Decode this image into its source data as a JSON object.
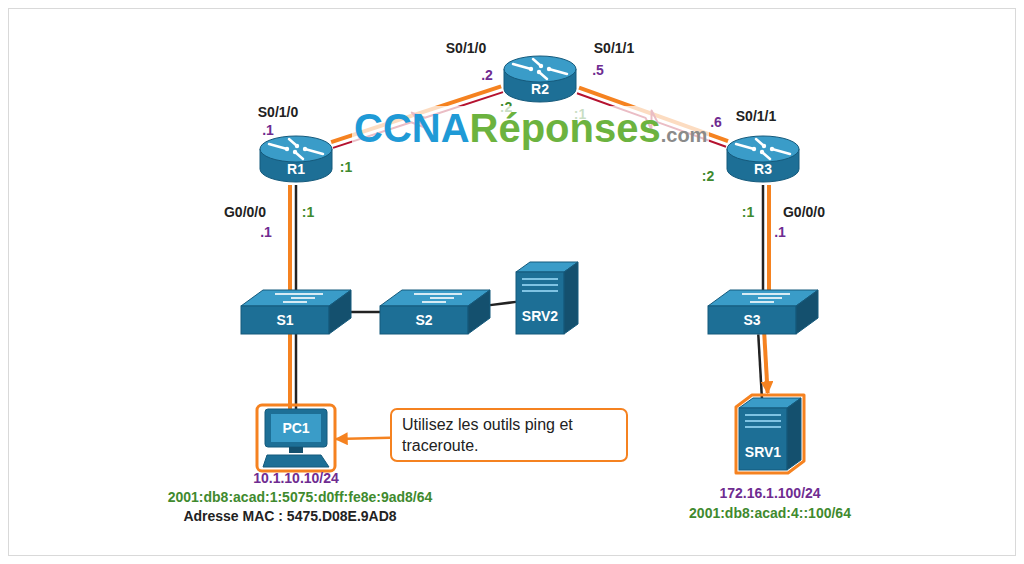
{
  "diagram": {
    "nodes": [
      {
        "text": [
          "R2"
        ]
      },
      {
        "text": [
          "R1"
        ]
      },
      {
        "text": [
          "R3"
        ]
      },
      {
        "text": [
          "S1"
        ]
      },
      {
        "text": [
          "S2"
        ]
      },
      {
        "text": [
          "SRV2"
        ]
      },
      {
        "text": [
          "S3"
        ]
      },
      {
        "text": [
          "PC1"
        ]
      },
      {
        "text": [
          "Utilisez les outils ping et traceroute."
        ]
      },
      {
        "text": [
          "SRV1"
        ]
      }
    ],
    "edges": [
      {
        "from": 1,
        "to": 0,
        "arrow": "none"
      },
      {
        "from": 0,
        "to": 2,
        "arrow": "none"
      },
      {
        "from": 1,
        "to": 3,
        "arrow": "none"
      },
      {
        "from": 3,
        "to": 4,
        "arrow": "none"
      },
      {
        "from": 4,
        "to": 5,
        "arrow": "none"
      },
      {
        "from": 3,
        "to": 7,
        "arrow": "none"
      },
      {
        "from": 2,
        "to": 6,
        "arrow": "none"
      },
      {
        "from": 6,
        "to": 9,
        "arrow": "to"
      },
      {
        "from": 8,
        "to": 7,
        "arrow": "to"
      }
    ],
    "labels": [
      "CCNA",
      "Réponses",
      ".com",
      "S0/1/0",
      ".2",
      ":2",
      "S0/1/1",
      ".5",
      ":1",
      "S0/1/0",
      ".1",
      ":1",
      "G0/0/0",
      ".1",
      ":1",
      "S0/1/1",
      ".6",
      ":2",
      ":1",
      "G0/0/0",
      ".1",
      "10.1.10.10/24",
      "2001:db8:acad:1:5075:d0ff:fe8e:9ad8/64",
      "Adresse MAC : 5475.D08E.9AD8",
      "172.16.1.100/24",
      "2001:db8:acad:4::100/64"
    ]
  }
}
